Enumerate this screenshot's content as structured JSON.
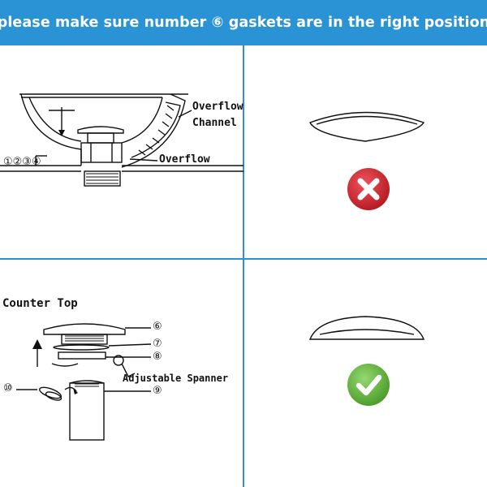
{
  "banner": {
    "text": "please make sure number ⑥ gaskets are in the right position",
    "color": "#2a93d5"
  },
  "panel_top_left": {
    "labels": {
      "overflow_channel_1": "Overflow",
      "overflow_channel_2": "Channel",
      "overflow": "Overflow",
      "parts": "①②③④"
    }
  },
  "panel_bottom_left": {
    "labels": {
      "counter_top": "Counter Top",
      "adjustable_spanner": "Adjustable Spanner",
      "part_6": "⑥",
      "part_7": "⑦",
      "part_8": "⑧",
      "part_9": "⑨",
      "part_10": "⑩"
    }
  },
  "status": {
    "wrong_icon": "cross-icon",
    "wrong_color": "#d6262e",
    "right_icon": "check-icon",
    "right_color": "#6cc04a"
  }
}
